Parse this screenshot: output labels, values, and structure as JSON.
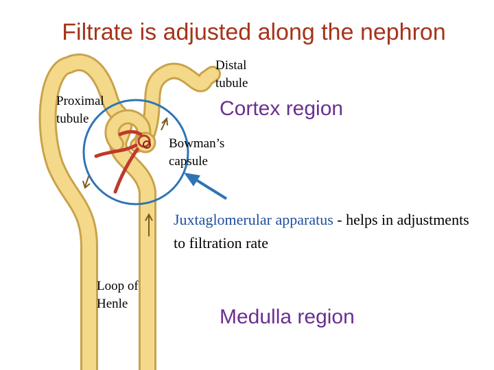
{
  "title": "Filtrate is adjusted along the nephron",
  "labels": {
    "distal_tubule": [
      "Distal",
      "tubule"
    ],
    "proximal_tubule": [
      "Proximal",
      "tubule"
    ],
    "bowmans_capsule": [
      "Bowman’s",
      "capsule"
    ],
    "loop_of_henle": [
      "Loop of",
      "Henle"
    ]
  },
  "regions": {
    "cortex": "Cortex region",
    "medulla": "Medulla region"
  },
  "juxtaglomerular": {
    "term": "Juxtaglomerular apparatus",
    "rest": " - helps in adjustments to filtration rate"
  },
  "colors": {
    "title": "#a5331b",
    "region_text": "#6b2f8f",
    "highlight_circle": "#2e74b5",
    "tubule_fill": "#f4d98a",
    "tubule_outline": "#c9a24a",
    "blood_vessel": "#c0392b"
  }
}
